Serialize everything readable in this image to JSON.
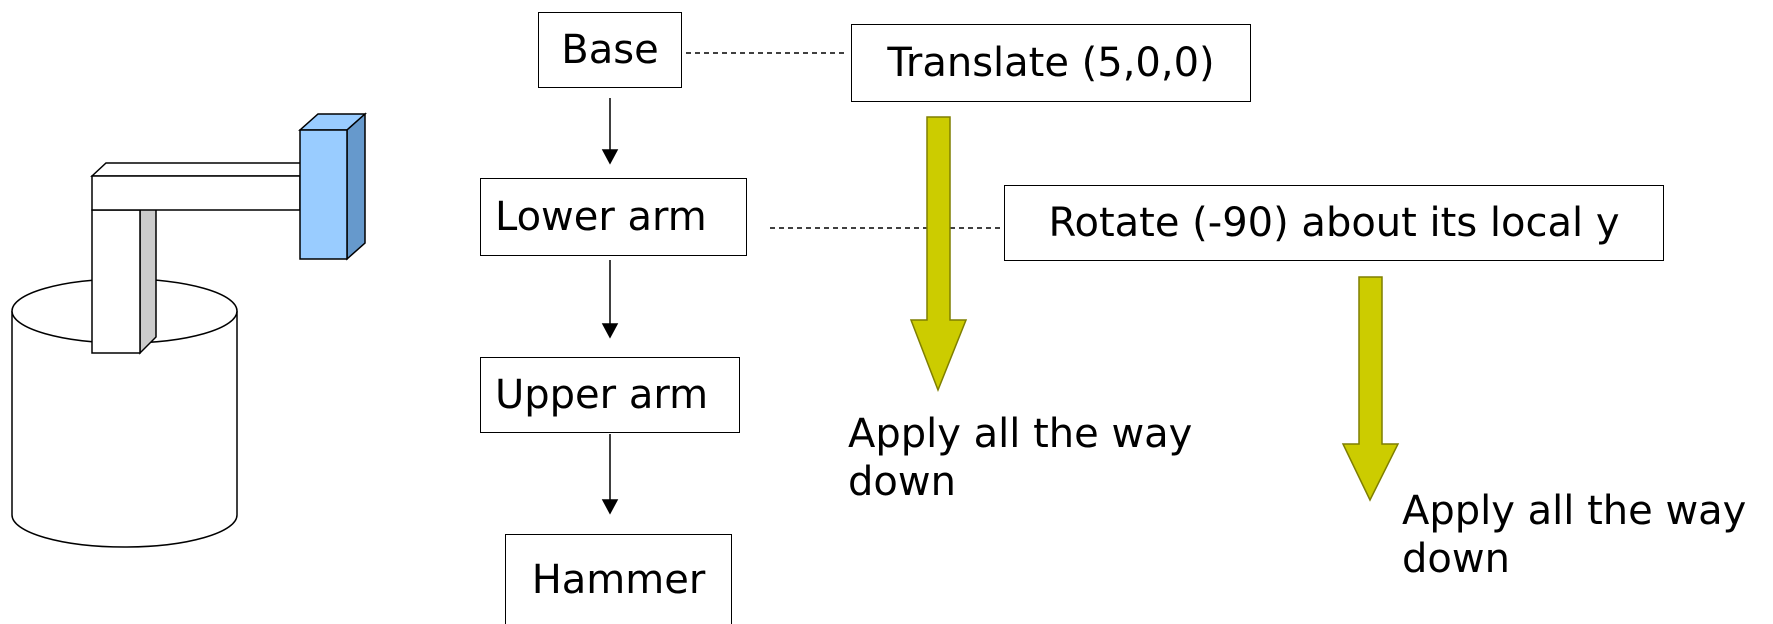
{
  "hierarchy": {
    "base": "Base",
    "lower_arm": "Lower arm",
    "upper_arm": "Upper arm",
    "hammer": "Hammer"
  },
  "transforms": {
    "translate": "Translate (5,0,0)",
    "rotate": "Rotate (-90) about its local y"
  },
  "notes": {
    "apply_1_line1": "Apply all the way",
    "apply_1_line2": "down",
    "apply_2_line1": "Apply all the way",
    "apply_2_line2": "down"
  },
  "colors": {
    "arrow_fill": "#cccc00",
    "arrow_outline": "#7f7f00",
    "hammer_front": "#99ccff",
    "hammer_side": "#6699cc",
    "arm_shade": "#cccccc"
  }
}
